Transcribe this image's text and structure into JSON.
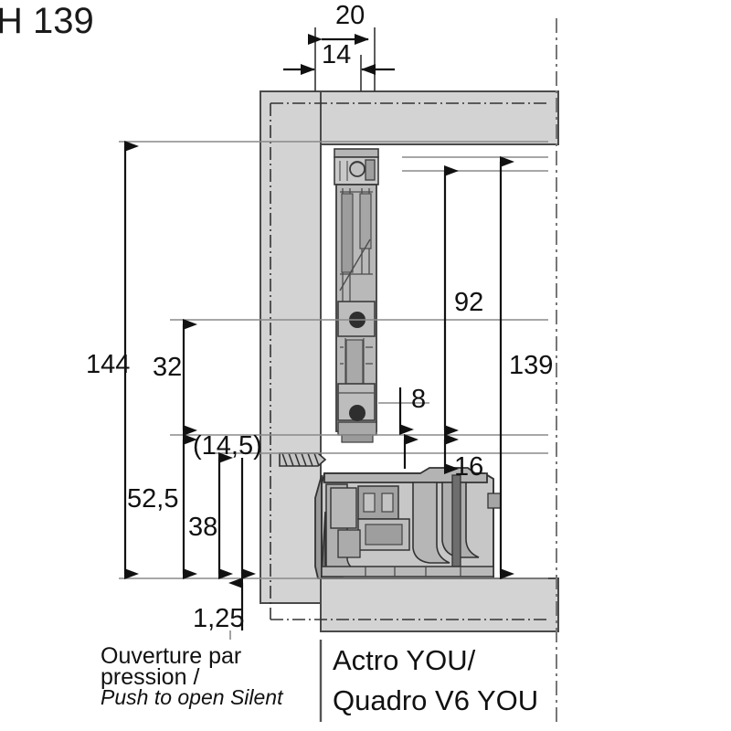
{
  "drawing": {
    "title": "H 139",
    "type": "technical-cross-section",
    "subject": "drawer runner / slide side cross-section",
    "units": "mm"
  },
  "dimensions": {
    "top": [
      {
        "id": "d20",
        "label": "20",
        "value": 20,
        "orientation": "horizontal"
      },
      {
        "id": "d14",
        "label": "14",
        "value": 14,
        "orientation": "horizontal"
      }
    ],
    "left": [
      {
        "id": "d144",
        "label": "144",
        "value": 144,
        "orientation": "vertical"
      },
      {
        "id": "d32",
        "label": "32",
        "value": 32,
        "orientation": "vertical"
      },
      {
        "id": "d145",
        "label": "(14,5)",
        "value": 14.5,
        "orientation": "vertical",
        "reference": true
      },
      {
        "id": "d525",
        "label": "52,5",
        "value": 52.5,
        "orientation": "vertical"
      },
      {
        "id": "d38",
        "label": "38",
        "value": 38,
        "orientation": "vertical"
      },
      {
        "id": "d125",
        "label": "1,25",
        "value": 1.25,
        "orientation": "vertical"
      }
    ],
    "right": [
      {
        "id": "d92",
        "label": "92",
        "value": 92,
        "orientation": "vertical"
      },
      {
        "id": "d139",
        "label": "139",
        "value": 139,
        "orientation": "vertical"
      },
      {
        "id": "d8",
        "label": "8",
        "value": 8,
        "orientation": "vertical"
      },
      {
        "id": "d16",
        "label": "16",
        "value": 16,
        "orientation": "vertical"
      }
    ]
  },
  "captions": {
    "left": {
      "line1": "Ouverture par",
      "line2": "pression /",
      "line3": "Push to open Silent"
    },
    "right": {
      "line1": "Actro YOU/",
      "line2": "Quadro V6 YOU"
    }
  },
  "colors": {
    "panel_fill": "#d3d3d3",
    "hardware_light": "#c9c9c9",
    "hardware_mid": "#a8a8a8",
    "hardware_dark": "#6e6e6e",
    "line": "#1a1a1a",
    "thin_line": "#8a8a8a",
    "background": "#ffffff"
  }
}
